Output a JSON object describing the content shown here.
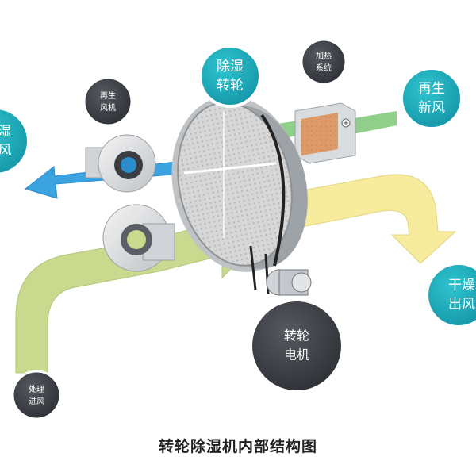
{
  "labels": {
    "dehumidify_wheel": [
      "除湿",
      "转轮"
    ],
    "heating_system": [
      "加热",
      "系统"
    ],
    "regen_fresh_air": [
      "再生",
      "新风"
    ],
    "regen_fan": [
      "再生",
      "风机"
    ],
    "wet_exhaust_partial": [
      "湿",
      "风"
    ],
    "dry_outlet": [
      "干燥",
      "出风"
    ],
    "wheel_motor": [
      "转轮",
      "电机"
    ],
    "process_inlet": [
      "处理",
      "进风"
    ]
  },
  "caption": "转轮除湿机内部结构图",
  "colors": {
    "teal": "#1aa9b8",
    "dark": "#3a3d42",
    "green_duct": "#c8d98c",
    "yellow_duct": "#f6ea9a",
    "blue_arrow": "#3aa3e0"
  }
}
